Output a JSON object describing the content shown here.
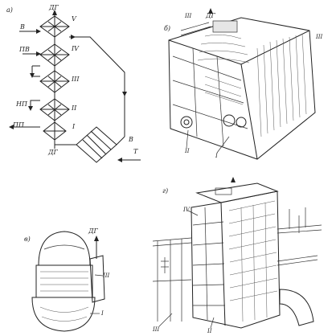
{
  "panel_a": {
    "panel_letter": "а)",
    "top_label": "ДГ",
    "bottom_label": "ДГ",
    "stages": [
      "V",
      "IV",
      "III",
      "II"
    ],
    "heat_exchanger": "I",
    "inlets_left": [
      "В",
      "ПВ",
      "НП",
      "ПП"
    ],
    "right_marks": [
      "В",
      "Т"
    ]
  },
  "panel_b": {
    "panel_letter": "б)",
    "top_label": "ДГ",
    "top_left_mark": "III",
    "right_mark": "III",
    "bottom_marks": [
      "II",
      "I"
    ]
  },
  "panel_v": {
    "panel_letter": "в)",
    "top_label": "ДГ",
    "marks": [
      "III",
      "I"
    ]
  },
  "panel_g": {
    "panel_letter": "г)",
    "marks": [
      "IV",
      "III",
      "II"
    ]
  }
}
